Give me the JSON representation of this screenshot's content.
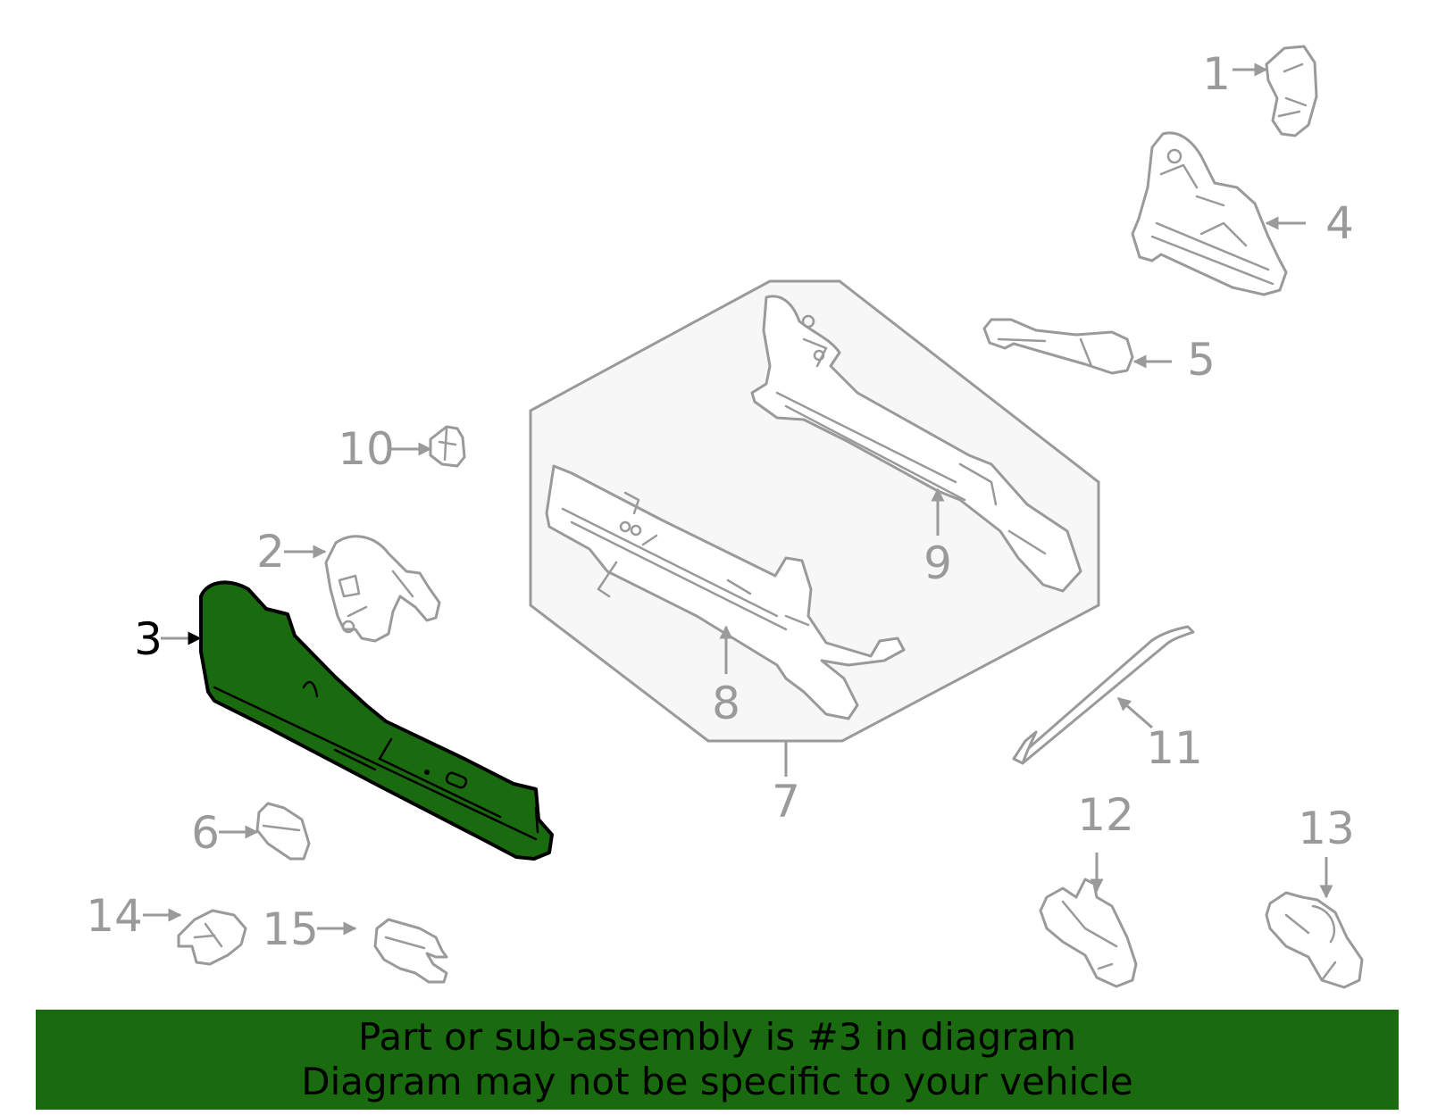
{
  "colors": {
    "highlight_fill": "#1a6b0f",
    "highlight_stroke": "#000000",
    "part_stroke": "#9a9a9a",
    "group_fill": "#f7f7f7",
    "banner_bg": "#1a6b0f",
    "banner_text": "#000000"
  },
  "callouts": {
    "c1": "1",
    "c2": "2",
    "c3": "3",
    "c4": "4",
    "c5": "5",
    "c6": "6",
    "c7": "7",
    "c8": "8",
    "c9": "9",
    "c10": "10",
    "c11": "11",
    "c12": "12",
    "c13": "13",
    "c14": "14",
    "c15": "15"
  },
  "highlighted_part": "3",
  "banner": {
    "line1": "Part or sub-assembly is #3 in diagram",
    "line2": "Diagram may not be specific to your vehicle"
  }
}
